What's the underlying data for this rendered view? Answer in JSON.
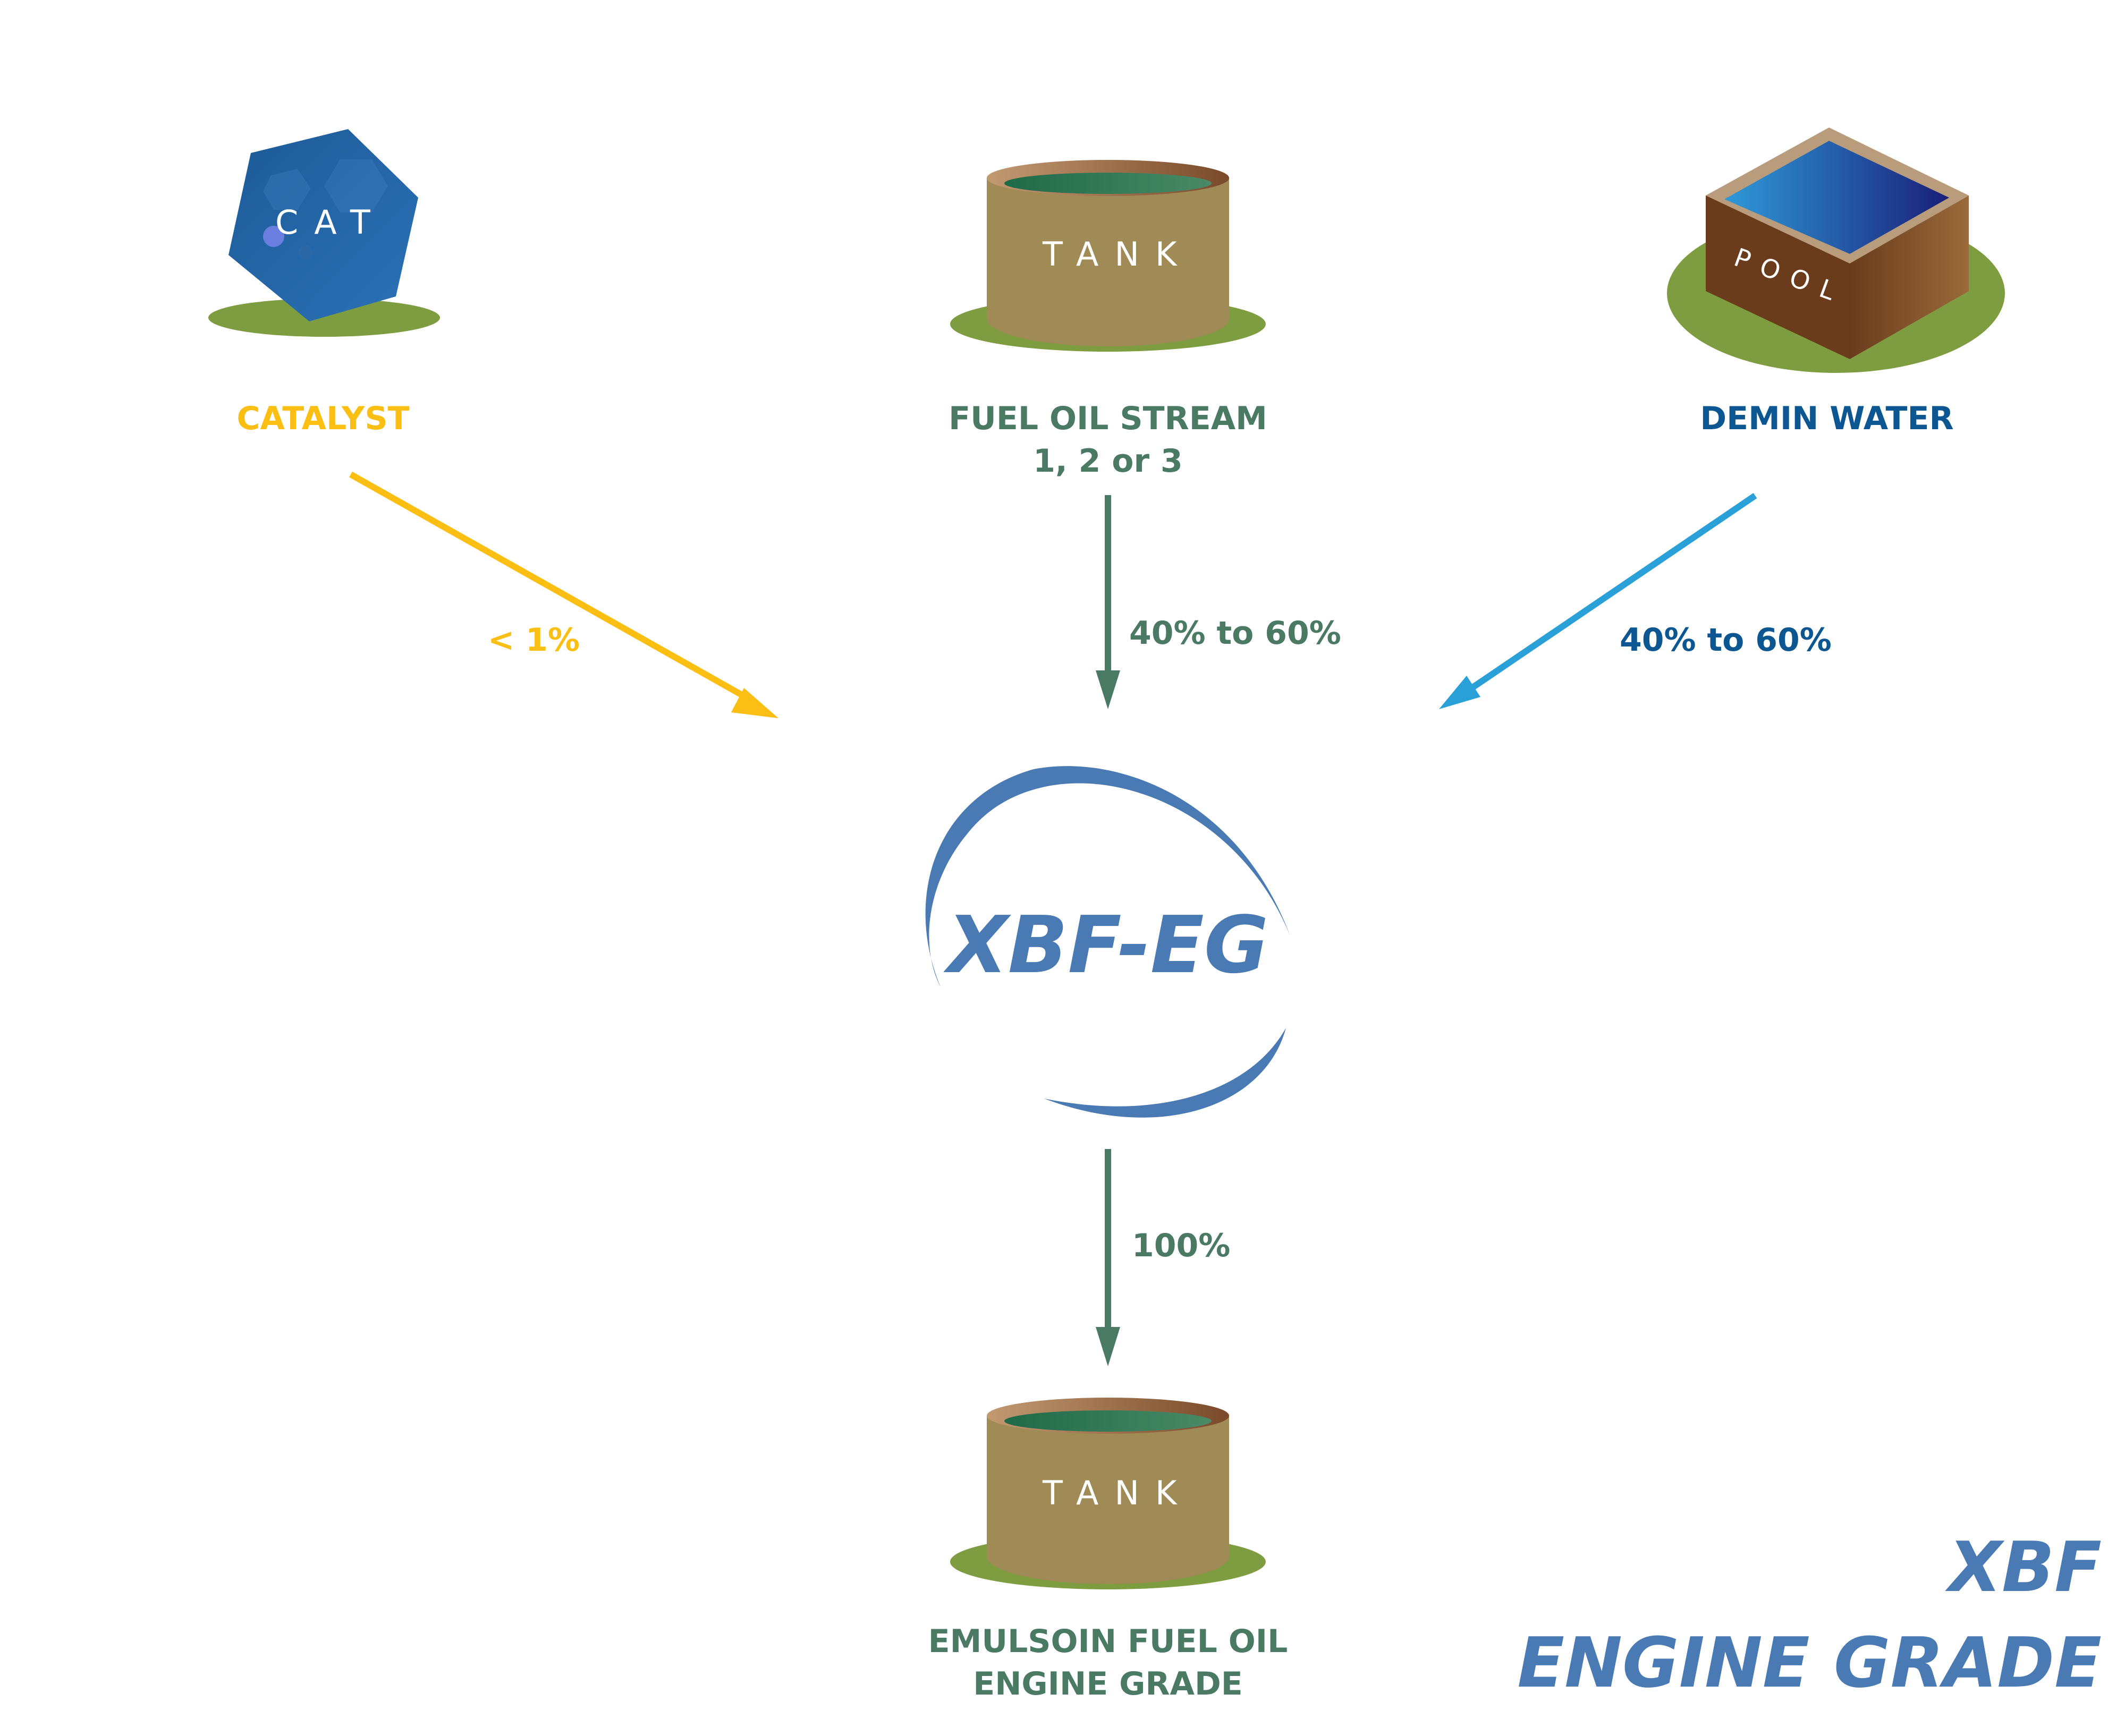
{
  "colors": {
    "catalyst": "#fbbf14",
    "fuel": "#4b7a64",
    "water_label": "#0c5692",
    "water_arrow": "#2aa0d8",
    "logo": "#4a7ab4",
    "tank_body": "#a08a56",
    "ground": "#7e9c40"
  },
  "icons": {
    "catalyst": {
      "name": "catalyst-hexagon-icon",
      "text": "CAT"
    },
    "fuel_tank": {
      "name": "tank-icon",
      "text": "TANK"
    },
    "water": {
      "name": "pool-icon",
      "text": "POOL"
    },
    "product_tank": {
      "name": "tank-icon",
      "text": "TANK"
    }
  },
  "inputs": {
    "catalyst": {
      "label": "CATALYST",
      "percent": "< 1%"
    },
    "fuel": {
      "label_line1": "FUEL OIL STREAM",
      "label_line2": "1, 2 or 3",
      "percent": "40% to 60%"
    },
    "water": {
      "label": "DEMIN WATER",
      "percent": "40% to 60%"
    }
  },
  "center": {
    "logo_text": "XBF-EG"
  },
  "output": {
    "percent": "100%",
    "label_line1": "EMULSOIN FUEL OIL",
    "label_line2": "ENGINE GRADE"
  },
  "corner_title": {
    "line1": "XBF",
    "line2": "ENGINE GRADE"
  }
}
